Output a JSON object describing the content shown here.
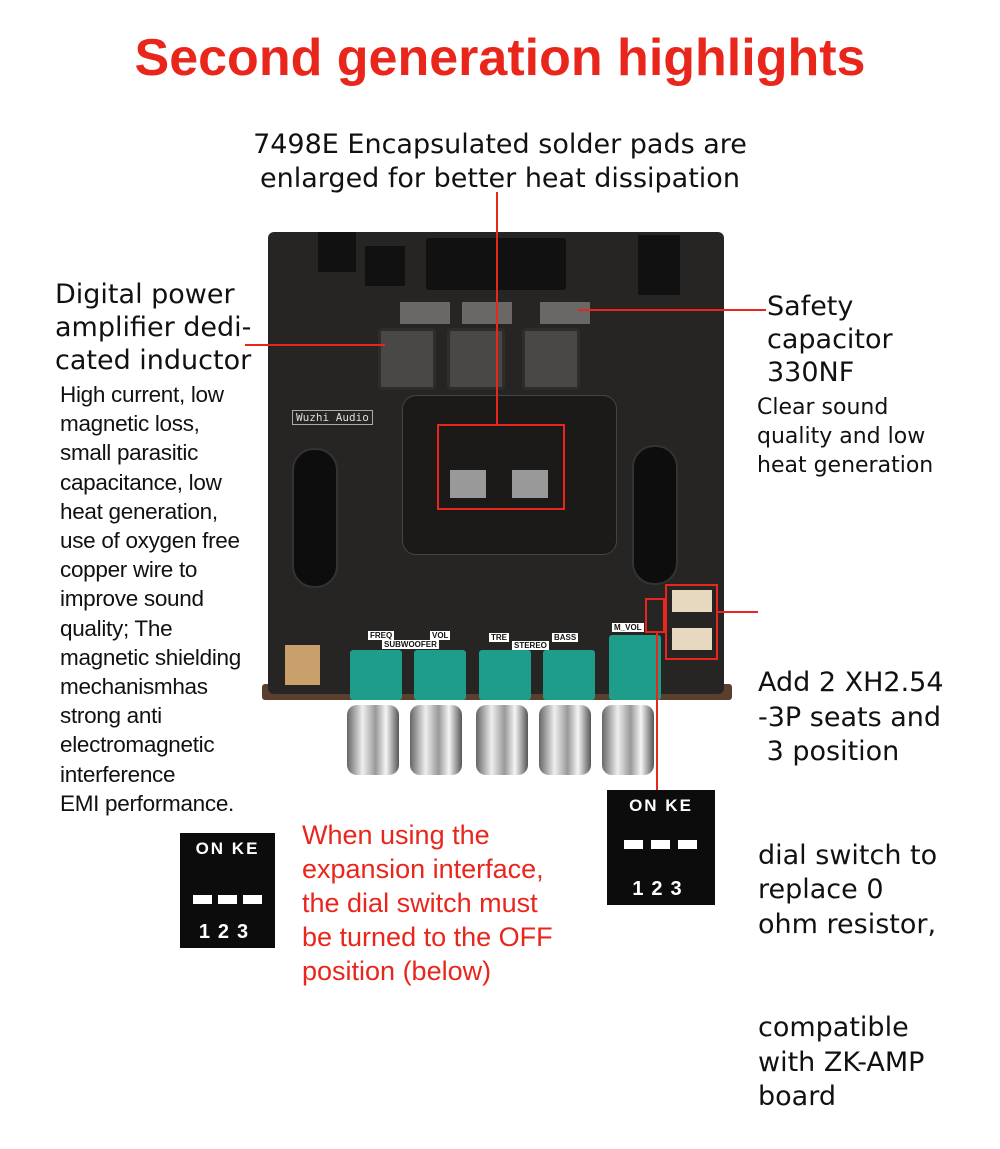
{
  "title": "Second generation highlights",
  "top_note": "7498E Encapsulated solder pads are enlarged for better heat dissipation",
  "left": {
    "heading": [
      "Digital power",
      "amplifier dedi-",
      "cated inductor"
    ],
    "body": [
      "High current, low",
      "magnetic loss,",
      "small parasitic",
      "capacitance, low",
      "heat generation,",
      "use of oxygen free",
      "copper wire to",
      "improve sound",
      "quality; The",
      "magnetic shielding",
      "mechanismhas",
      "strong anti",
      "electromagnetic",
      "interference",
      "EMI performance."
    ]
  },
  "right_top": {
    "heading": [
      "Safety",
      "capacitor",
      "330NF"
    ],
    "body": [
      "Clear sound",
      "quality and low",
      "heat generation"
    ]
  },
  "right_bottom": [
    "Add 2 XH2.54",
    "-3P seats and",
    " 3 position",
    "dial switch to",
    "replace 0",
    "ohm resistor,",
    "compatible",
    "with ZK-AMP",
    "board"
  ],
  "warning": [
    "When using the",
    "expansion interface,",
    "the dial switch must",
    "be turned to the OFF",
    "position (below)"
  ],
  "board": {
    "brand": "Wuzhi Audio",
    "labels": [
      "FREQ",
      "SUBWOOFER",
      "VOL",
      "TRE",
      "STEREO",
      "BASS",
      "M_VOL"
    ]
  },
  "dip_switch": {
    "header": "ON KE",
    "numbers": "123"
  },
  "colors": {
    "accent": "#e8261c",
    "board": "#262523",
    "potentiometer": "#1f9d8b"
  }
}
